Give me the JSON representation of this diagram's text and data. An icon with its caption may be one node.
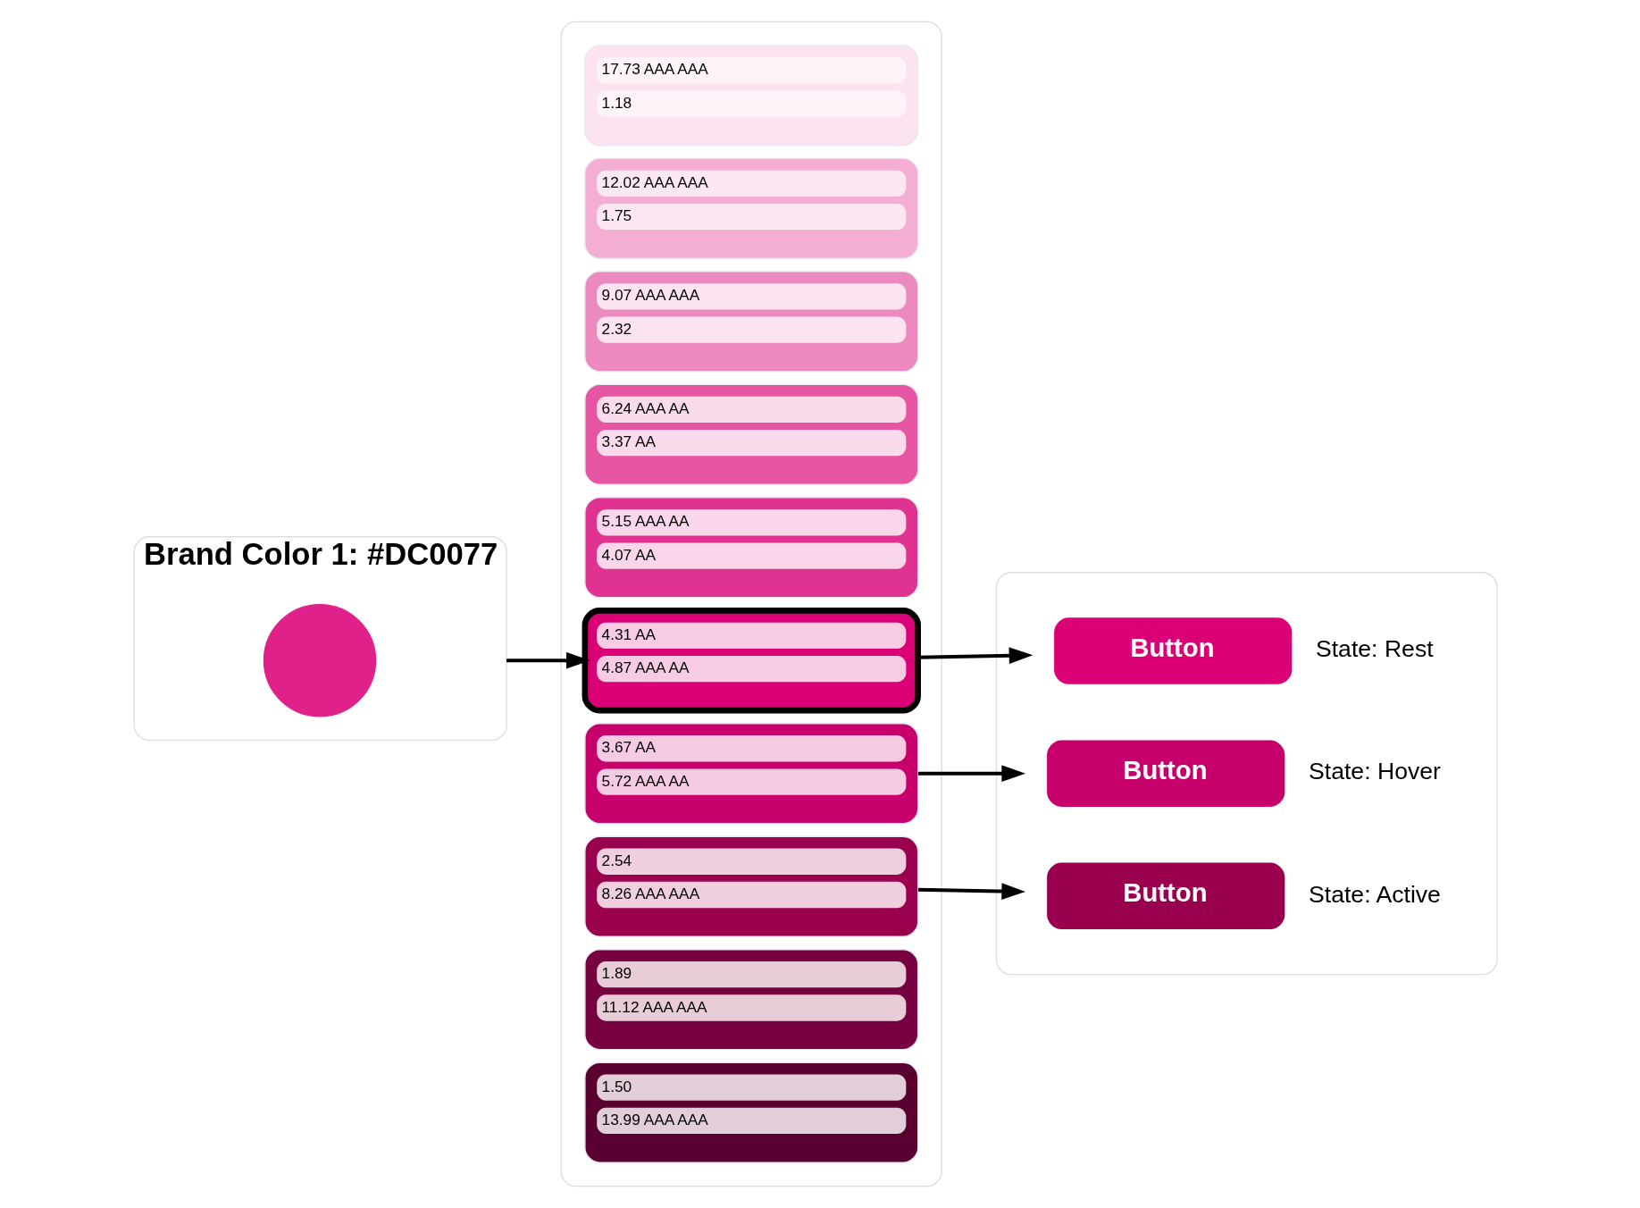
{
  "diagram": {
    "nodes": [
      {
        "text": [
          "Brand Color 1: #DC0077"
        ]
      },
      {
        "text": [],
        "shape": "circle",
        "in": 0
      },
      {
        "text": [],
        "shape": "box"
      },
      {
        "text": [
          "17.73 AAA AAA",
          "1.18"
        ],
        "in": 2
      },
      {
        "text": [
          "12.02 AAA AAA",
          "1.75"
        ],
        "in": 2
      },
      {
        "text": [
          "9.07 AAA AAA",
          "2.32"
        ],
        "in": 2
      },
      {
        "text": [
          "6.24 AAA AA",
          "3.37 AA"
        ],
        "in": 2
      },
      {
        "text": [
          "5.15 AAA AA",
          "4.07 AA"
        ],
        "in": 2
      },
      {
        "text": [
          "4.31 AA",
          "4.87 AAA AA"
        ],
        "in": 2
      },
      {
        "text": [
          "3.67 AA",
          "5.72 AAA AA"
        ],
        "in": 2
      },
      {
        "text": [
          "2.54",
          "8.26 AAA AAA"
        ],
        "in": 2
      },
      {
        "text": [
          "1.89",
          "11.12 AAA AAA"
        ],
        "in": 2
      },
      {
        "text": [
          "1.50",
          "13.99 AAA AAA"
        ],
        "in": 2
      },
      {
        "text": [],
        "shape": "box"
      },
      {
        "text": [
          "Button"
        ],
        "beside": [
          "State: Rest"
        ],
        "in": 13
      },
      {
        "text": [
          "Button"
        ],
        "beside": [
          "State: Hover"
        ],
        "in": 13
      },
      {
        "text": [
          "Button"
        ],
        "beside": [
          "State: Active"
        ],
        "in": 13
      }
    ],
    "edges": [
      {
        "from": 0,
        "to": 8,
        "arrow": "to"
      },
      {
        "from": 8,
        "to": 14,
        "arrow": "to"
      },
      {
        "from": 9,
        "to": 15,
        "arrow": "to"
      },
      {
        "from": 10,
        "to": 16,
        "arrow": "to"
      }
    ]
  }
}
